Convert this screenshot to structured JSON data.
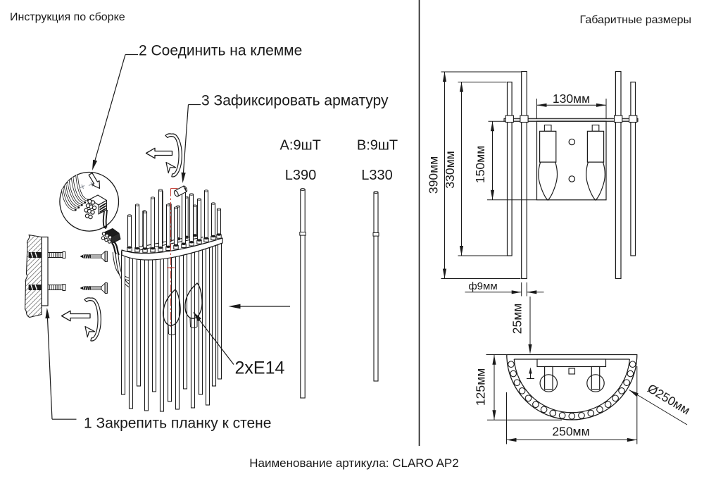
{
  "page": {
    "section_left_title": "Инструкция по сборке",
    "section_right_title": "Габаритные размеры",
    "footer": "Наименование артикула: CLARO AP2"
  },
  "assembly": {
    "step_1_label": "1 Закрепить планку к стене",
    "step_2_label": "2 Соединить на клемме",
    "step_3_label": "3 Зафиксировать арматуру",
    "bulbs_label": "2xE14",
    "part_a_qty": "А:9шТ",
    "part_a_length": "L390",
    "part_b_qty": "В:9шТ",
    "part_b_length": "L330"
  },
  "dimensions_front": {
    "overall_height": "390мм",
    "inner_height": "330мм",
    "plate_height": "150мм",
    "plate_width": "130мм",
    "rod_diameter": "ф9мм"
  },
  "dimensions_top": {
    "wall_offset": "25мм",
    "depth": "125мм",
    "width": "250мм",
    "diameter": "Ø250мм"
  },
  "colors": {
    "line": "#1a1a1a",
    "centerline": "#c6443a",
    "background": "#ffffff"
  }
}
